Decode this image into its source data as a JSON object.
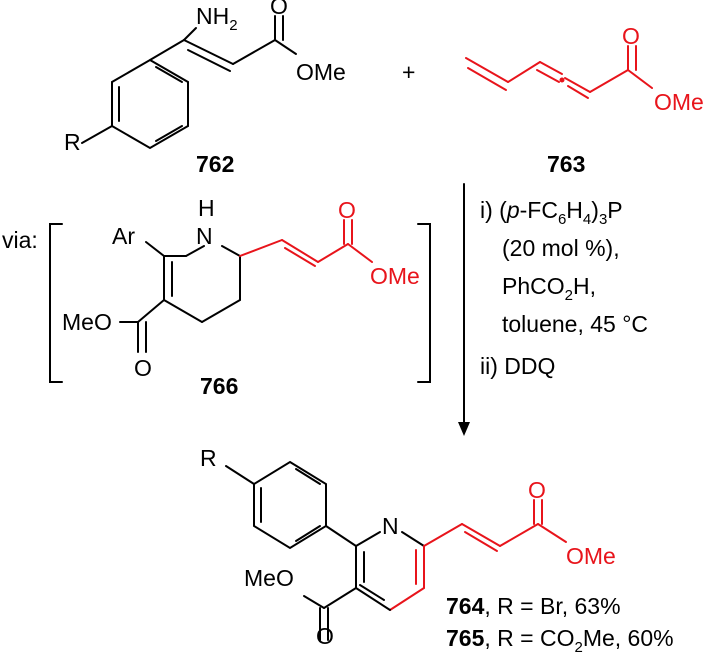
{
  "compounds": {
    "c762": {
      "id": "762",
      "R": "R",
      "amine": "NH",
      "amine_sub": "2",
      "O": "O",
      "ester": "OMe"
    },
    "c763": {
      "id": "763",
      "O": "O",
      "ester": "OMe"
    },
    "c766": {
      "id": "766",
      "via": "via:",
      "Ar": "Ar",
      "NH": "N",
      "H": "H",
      "O_red": "O",
      "ester_red": "OMe",
      "meo": "MeO",
      "O_bottom": "O"
    },
    "product": {
      "R": "R",
      "N": "N",
      "O_red": "O",
      "ester_red": "OMe",
      "meo": "MeO",
      "O_bottom": "O"
    }
  },
  "plus": "+",
  "conditions": {
    "step1_a": "i) (",
    "step1_p": "p",
    "step1_b": "-FC",
    "sub6": "6",
    "step1_c": "H",
    "sub4": "4",
    "step1_d": ")",
    "sub3": "3",
    "step1_e": "P",
    "mol": "(20 mol %),",
    "acid_a": "PhCO",
    "sub2": "2",
    "acid_b": "H,",
    "solvent": "toluene, 45 °C",
    "step2": "ii) DDQ"
  },
  "results": [
    {
      "id": "764",
      "text": ", R = Br, 63%"
    },
    {
      "id": "765",
      "text_a": ", R = CO",
      "sub": "2",
      "text_b": "Me, 60%"
    }
  ],
  "colors": {
    "highlight": "#e8141b",
    "ink": "#000000"
  }
}
